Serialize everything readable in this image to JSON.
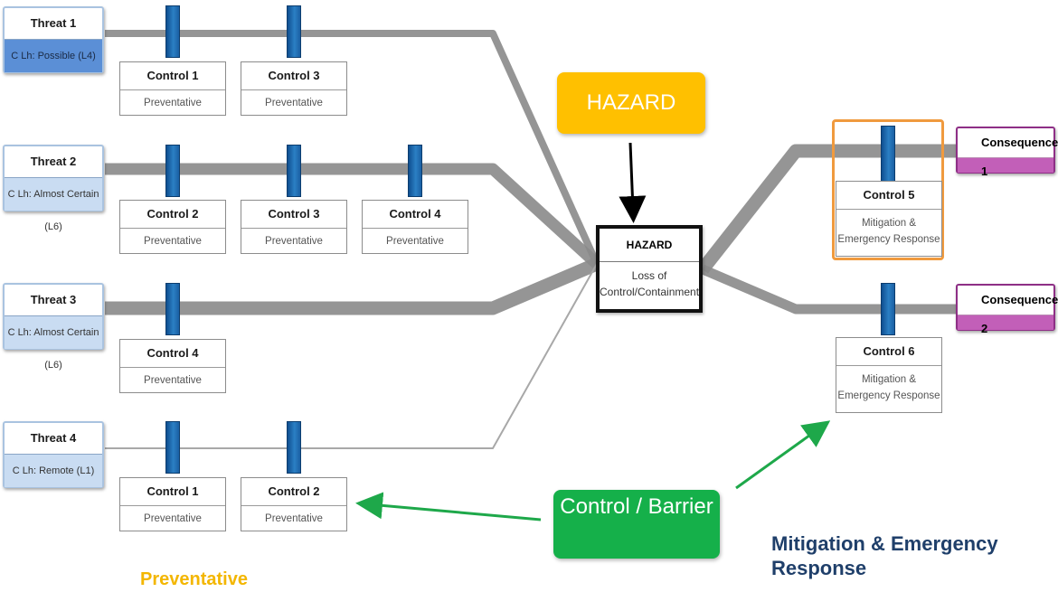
{
  "hazard_callout": "HAZARD",
  "control_callout": "Control / Barrier",
  "hazard": {
    "title": "HAZARD",
    "event": "Loss of Control/Containment"
  },
  "threats": [
    {
      "title": "Threat 1",
      "likelihood": "C Lh: Possible (L4)",
      "controls": [
        {
          "title": "Control 1",
          "type": "Preventative"
        },
        {
          "title": "Control 3",
          "type": "Preventative"
        }
      ]
    },
    {
      "title": "Threat 2",
      "likelihood": "C Lh: Almost Certain (L6)",
      "controls": [
        {
          "title": "Control 2",
          "type": "Preventative"
        },
        {
          "title": "Control 3",
          "type": "Preventative"
        },
        {
          "title": "Control 4",
          "type": "Preventative"
        }
      ]
    },
    {
      "title": "Threat 3",
      "likelihood": "C Lh: Almost Certain (L6)",
      "controls": [
        {
          "title": "Control 4",
          "type": "Preventative"
        }
      ]
    },
    {
      "title": "Threat 4",
      "likelihood": "C Lh: Remote (L1)",
      "controls": [
        {
          "title": "Control 1",
          "type": "Preventative"
        },
        {
          "title": "Control 2",
          "type": "Preventative"
        }
      ]
    }
  ],
  "consequences": [
    {
      "title": "Consequence 1",
      "control": {
        "title": "Control 5",
        "type": "Mitigation & Emergency Response"
      }
    },
    {
      "title": "Consequence 2",
      "control": {
        "title": "Control 6",
        "type": "Mitigation & Emergency Response"
      }
    }
  ],
  "legend": {
    "preventative": "Preventative",
    "mitigation": "Mitigation & Emergency Response"
  },
  "colors": {
    "hazard_callout": "#ffc000",
    "control_callout": "#15b04a",
    "barrier": "#1f6db5",
    "pathway": "#8a8a8a",
    "consequence": "#c25fb8",
    "highlight": "#f09a3e",
    "preventative_label": "#f3b600",
    "mitigation_label": "#1f3f6a"
  }
}
